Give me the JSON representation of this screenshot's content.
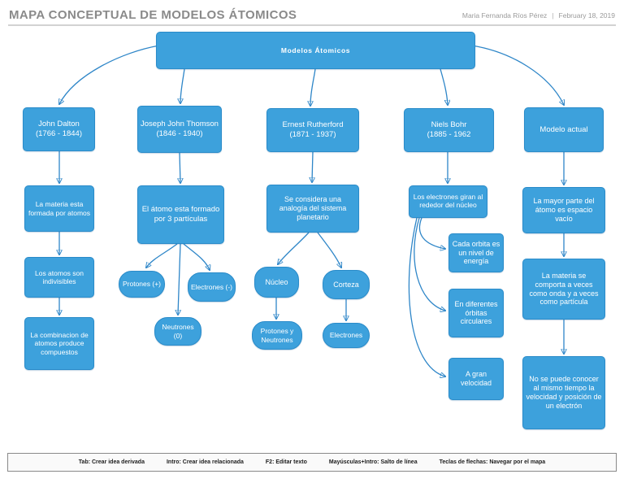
{
  "header": {
    "title": "MAPA CONCEPTUAL DE MODELOS ÁTOMICOS",
    "author": "Maria Fernanda Ríos Pérez",
    "divider": "|",
    "date": "February 18, 2019"
  },
  "map": {
    "root": "Modelos Átomicos",
    "scientists": [
      {
        "name": "John Dalton",
        "dates": "(1766 - 1844)"
      },
      {
        "name": "Joseph John Thomson",
        "dates": "(1846 - 1940)"
      },
      {
        "name": "Ernest Rutherford",
        "dates": "(1871 - 1937)"
      },
      {
        "name": "Niels Bohr",
        "dates": "(1885 - 1962"
      },
      {
        "name": "Modelo actual"
      }
    ],
    "dalton_facts": [
      "La materia esta formada por atomos",
      "Los atomos son indivisibles",
      "La combinacion de atomos produce compuestos"
    ],
    "thomson": {
      "statement": "El átomo esta formado por 3 partículas",
      "particles": [
        "Protones (+)",
        "Electrones (-)",
        "Neutrones (0)"
      ]
    },
    "rutherford": {
      "statement": "Se considera una analogía del sistema planetario",
      "parts": [
        "Núcleo",
        "Corteza"
      ],
      "subparts": [
        "Protones y Neutrones",
        "Electrones"
      ]
    },
    "bohr": {
      "statement": "Los electrones giran al rededor del núcleo",
      "details": [
        "Cada orbita es un nivel de energía",
        "En diferentes órbitas circulares",
        "A gran velocidad"
      ]
    },
    "modern_facts": [
      "La mayor parte del átomo es espacio vacío",
      "La materia se comporta a veces como onda y a veces como partícula",
      "No se puede conocer al mismo tiempo la velocidad y posición de un electrón"
    ]
  },
  "colors": {
    "node_fill": "#3da1dc",
    "node_border": "#2a8bc9",
    "connector": "#2e86c8",
    "title_gray": "#8a8a8a",
    "meta_gray": "#9a9a9a"
  },
  "footer": {
    "shortcuts": [
      "Tab: Crear idea derivada",
      "Intro: Crear idea relacionada",
      "F2: Editar texto",
      "Mayúsculas+Intro: Salto de línea",
      "Teclas de flechas: Navegar por el mapa"
    ]
  }
}
